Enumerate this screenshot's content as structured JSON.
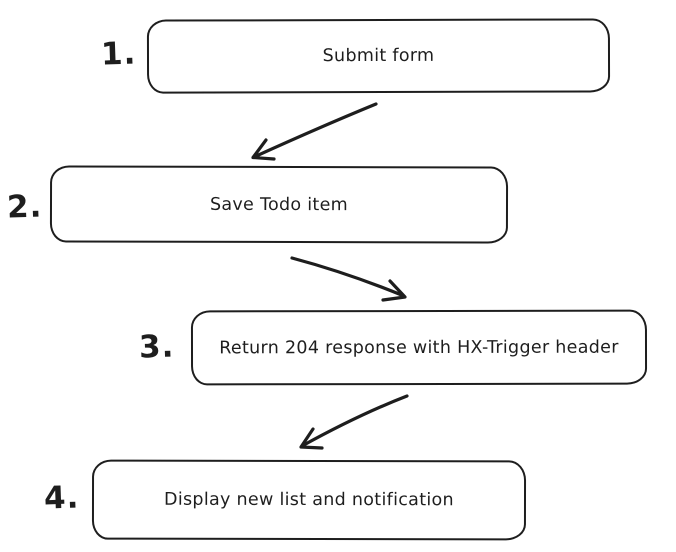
{
  "diagram": {
    "type": "flowchart",
    "style": "hand-drawn",
    "background_color": "#ffffff",
    "stroke_color": "#1e1e1e",
    "steps": [
      {
        "number": "1.",
        "label": "Submit form"
      },
      {
        "number": "2.",
        "label": "Save Todo item"
      },
      {
        "number": "3.",
        "label": "Return 204 response with HX-Trigger header"
      },
      {
        "number": "4.",
        "label": "Display new list and notification"
      }
    ],
    "connections": [
      {
        "from": "1",
        "to": "2"
      },
      {
        "from": "2",
        "to": "3"
      },
      {
        "from": "3",
        "to": "4"
      }
    ]
  }
}
